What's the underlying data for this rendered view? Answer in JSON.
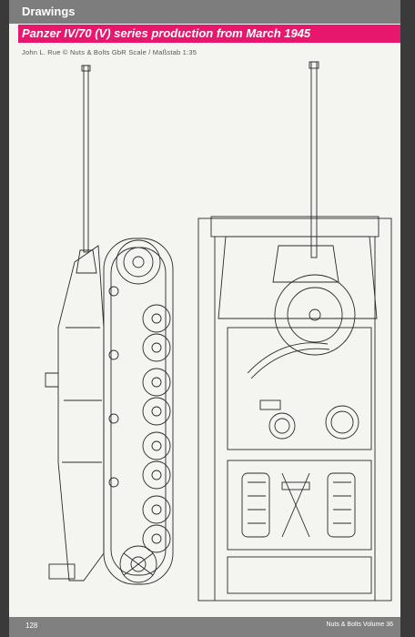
{
  "header": {
    "section_label": "Drawings"
  },
  "banner": {
    "title": "Panzer IV/70 (V) series production from March 1945"
  },
  "credit": {
    "text": "John L. Rue © Nuts & Bolts GbR Scale / Maßstab 1:35"
  },
  "footer": {
    "page_number": "128",
    "publication": "Nuts & Bolts Volume 36"
  },
  "colors": {
    "accent": "#e6176d",
    "bar": "#7d7d7d",
    "paper": "#f4f4f1",
    "ink": "#2a2a2a"
  }
}
